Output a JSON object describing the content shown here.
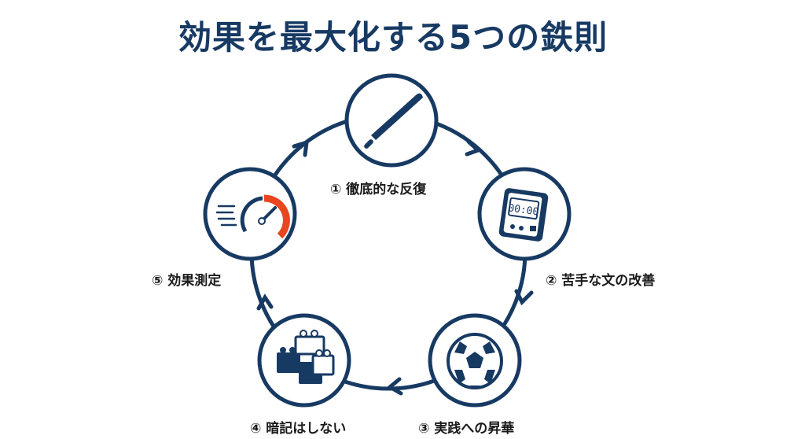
{
  "title": "効果を最大化する5つの鉄則",
  "colors": {
    "navy": "#173a63",
    "accent": "#e8461e"
  },
  "steps": [
    {
      "label": "① 徹底的な反復",
      "icon": "baseball-bat-icon"
    },
    {
      "label": "② 苦手な文の改善",
      "icon": "timer-icon"
    },
    {
      "label": "③ 実践への昇華",
      "icon": "soccer-ball-icon"
    },
    {
      "label": "④ 暗記はしない",
      "icon": "building-blocks-icon"
    },
    {
      "label": "⑤ 効果測定",
      "icon": "speedometer-icon"
    }
  ],
  "timer_display": "00:00"
}
